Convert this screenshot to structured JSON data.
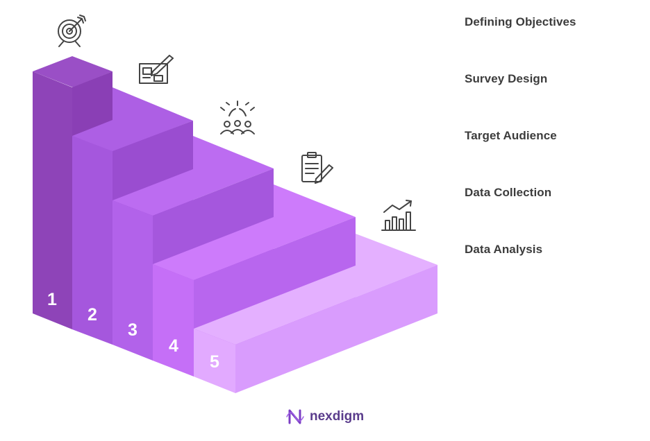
{
  "steps": [
    {
      "number": "1",
      "label": "Defining Objectives",
      "icon": "target-icon",
      "front": "#8e44b8",
      "top": "#9a4fc6",
      "side": "#8a3fb5"
    },
    {
      "number": "2",
      "label": "Survey Design",
      "icon": "blueprint-pencil-icon",
      "front": "#a557dd",
      "top": "#ad5fe4",
      "side": "#9a4dd0"
    },
    {
      "number": "3",
      "label": "Target Audience",
      "icon": "audience-icon",
      "front": "#b262ea",
      "top": "#bc6cf1",
      "side": "#a557dd"
    },
    {
      "number": "4",
      "label": "Data Collection",
      "icon": "clipboard-pencil-icon",
      "front": "#c56ff7",
      "top": "#cd7bfb",
      "side": "#b866ee"
    },
    {
      "number": "5",
      "label": "Data Analysis",
      "icon": "growth-chart-icon",
      "front": "#e2aaff",
      "top": "#e4b0ff",
      "side": "#d99cfd"
    }
  ],
  "colors": {
    "icon_stroke": "#444444",
    "label_text": "#3c3c3c",
    "brand": "#5a3c8c"
  },
  "brand": {
    "name": "nexdigm",
    "logo_icon": "nexdigm-logo-icon"
  }
}
